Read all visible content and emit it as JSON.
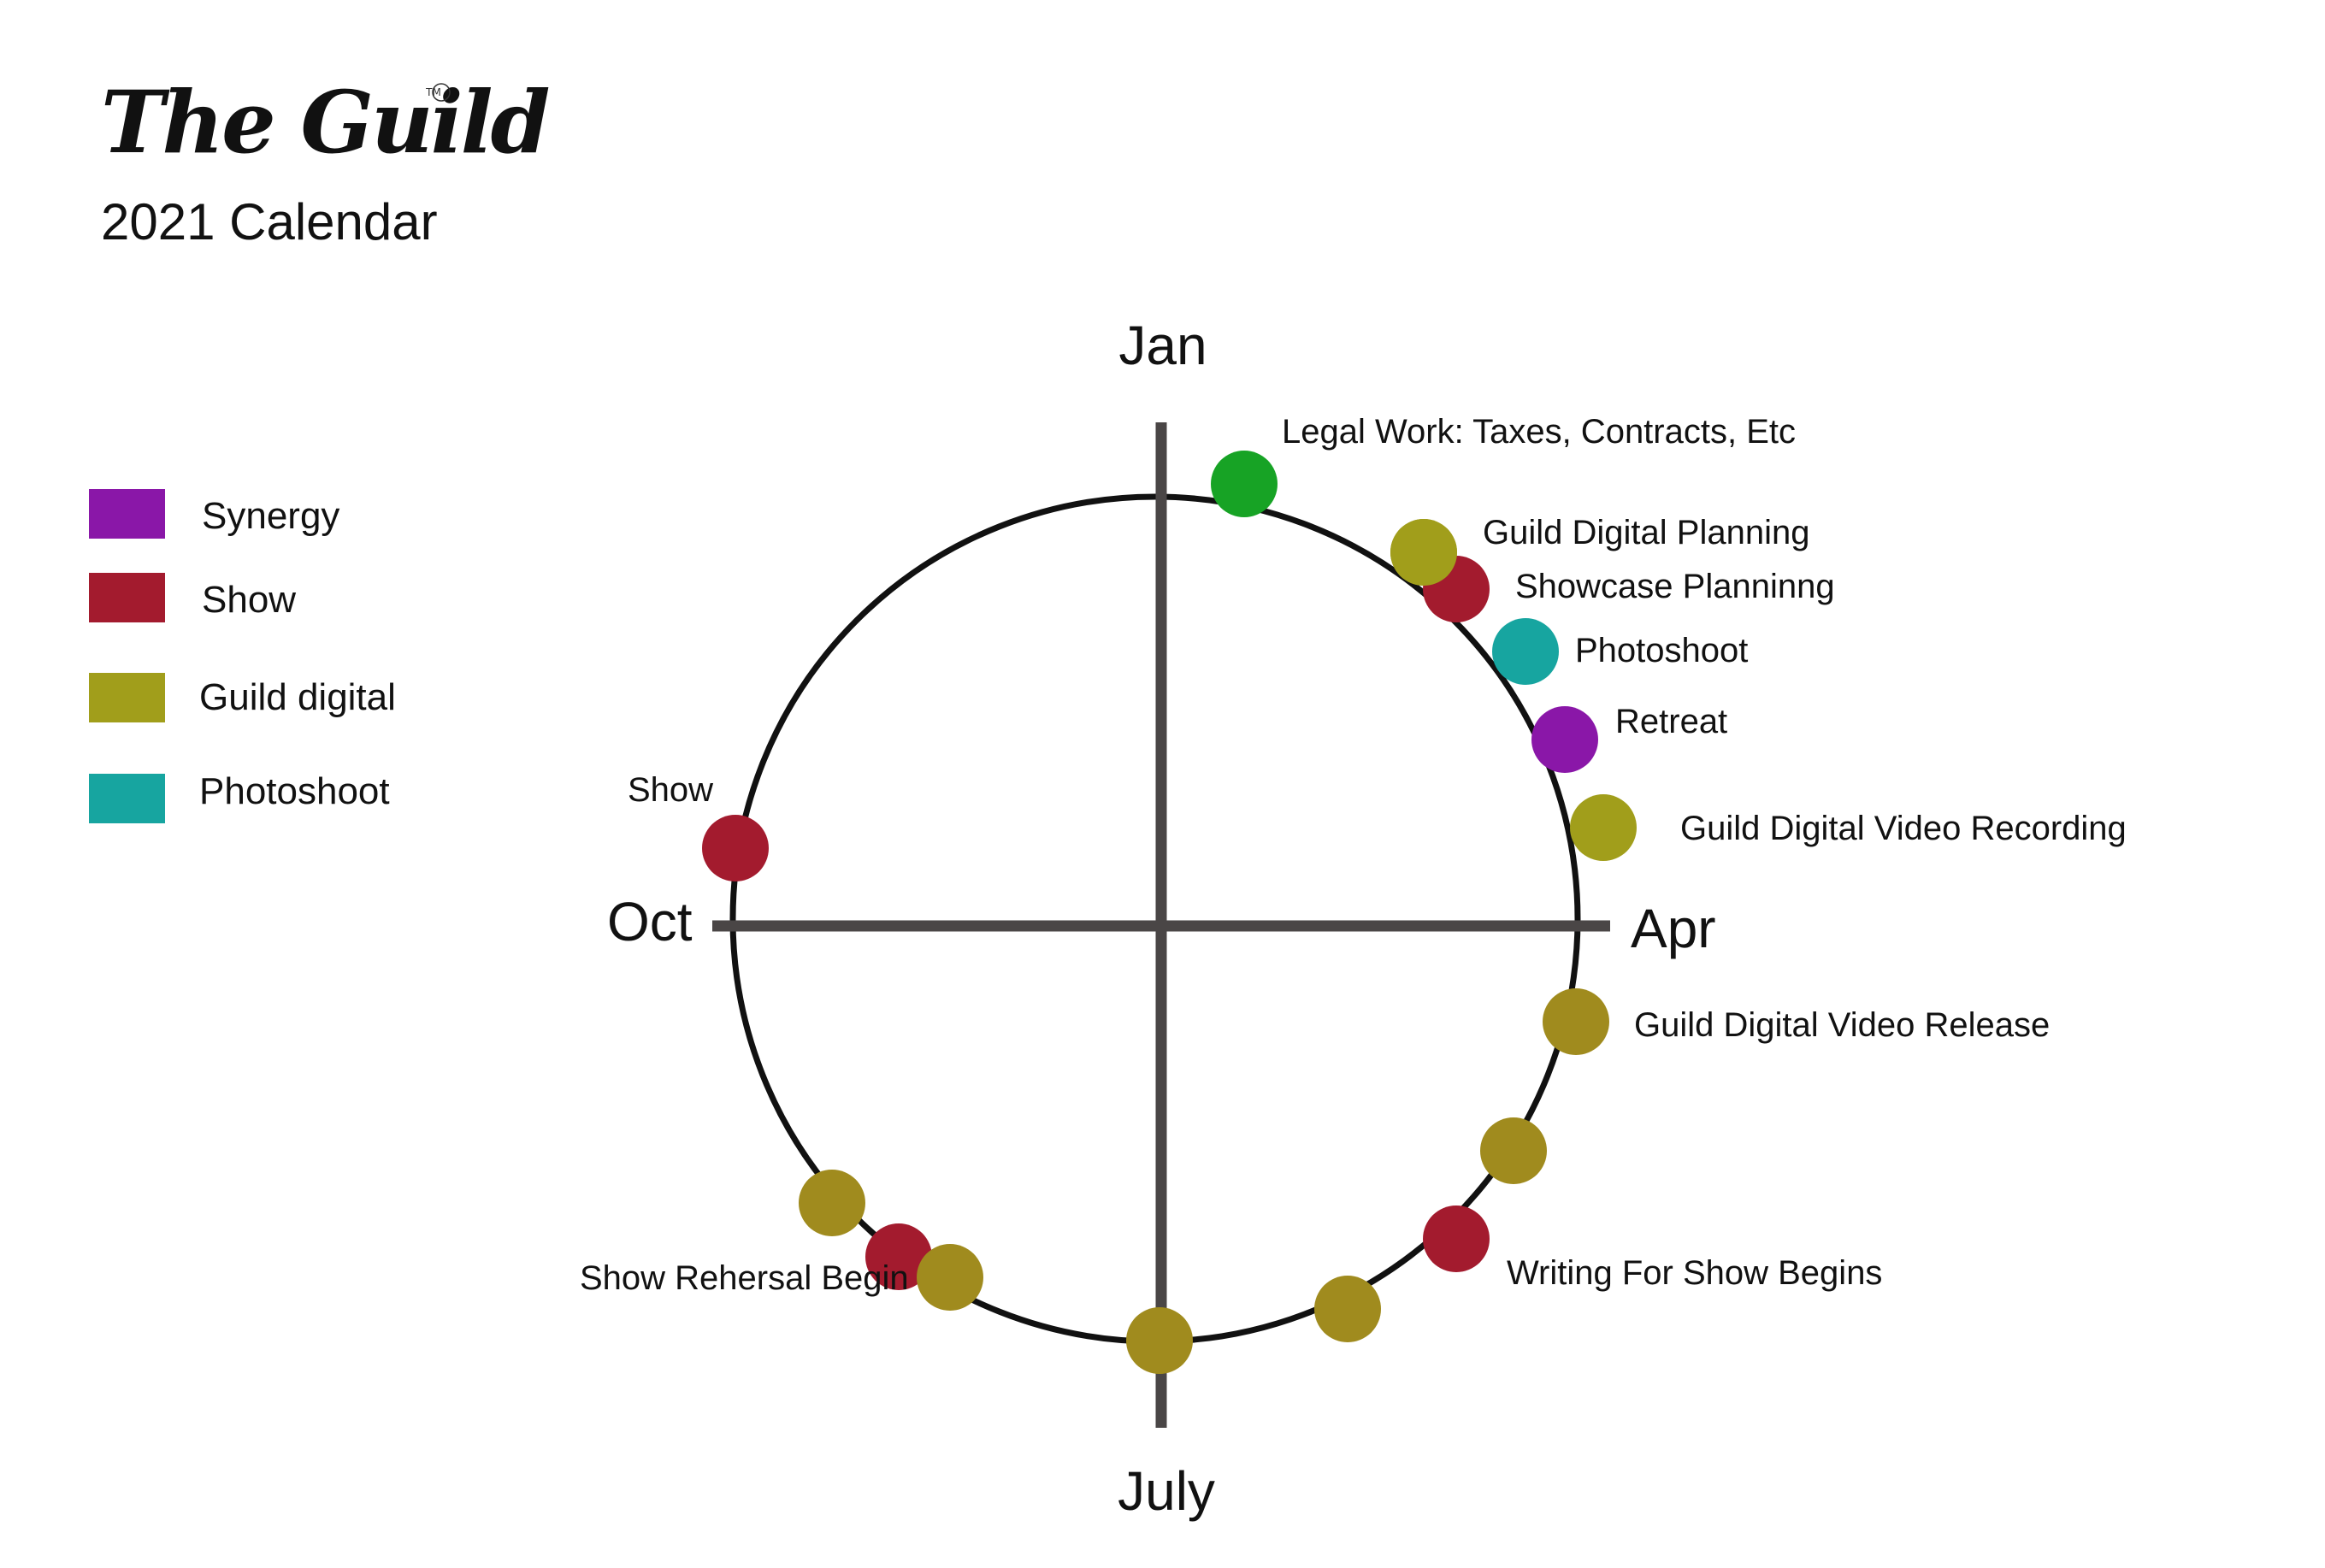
{
  "header": {
    "logo": "The Guild",
    "trademark": "TM",
    "subtitle": "2021 Calendar"
  },
  "legend": [
    {
      "label": "Synergy",
      "color": "#8A17A8"
    },
    {
      "label": "Show",
      "color": "#A31B2E"
    },
    {
      "label": "Guild digital",
      "color": "#A19E1B"
    },
    {
      "label": "Photoshoot",
      "color": "#17A5A0"
    }
  ],
  "months": {
    "top": "Jan",
    "right": "Apr",
    "bottom": "July",
    "left": "Oct"
  },
  "colors": {
    "ring": "#111111",
    "axis": "#4a4646",
    "legal": "#17A325",
    "show": "#A31B2E",
    "digital_light": "#A19E1B",
    "digital_dark": "#A08B1E",
    "photoshoot": "#17A5A0",
    "synergy": "#8A17A8"
  },
  "events": [
    {
      "label": "Legal Work: Taxes, Contracts, Etc",
      "color": "#17A325"
    },
    {
      "label": "Guild Digital Planning",
      "color": "#A19E1B"
    },
    {
      "label": "Showcase Planninng",
      "color": "#A31B2E"
    },
    {
      "label": "Photoshoot",
      "color": "#17A5A0"
    },
    {
      "label": "Retreat",
      "color": "#8A17A8"
    },
    {
      "label": "Guild Digital Video Recording",
      "color": "#A19E1B"
    },
    {
      "label": "Guild Digital Video Release",
      "color": "#A08B1E"
    },
    {
      "label": "",
      "color": "#A08B1E"
    },
    {
      "label": "Writing For Show Begins",
      "color": "#A31B2E"
    },
    {
      "label": "",
      "color": "#A08B1E"
    },
    {
      "label": "",
      "color": "#A08B1E"
    },
    {
      "label": "",
      "color": "#A08B1E"
    },
    {
      "label": "",
      "color": "#A31B2E"
    },
    {
      "label": "Show Rehersal Begin",
      "color": "#A08B1E"
    },
    {
      "label": "Show",
      "color": "#A31B2E"
    }
  ]
}
